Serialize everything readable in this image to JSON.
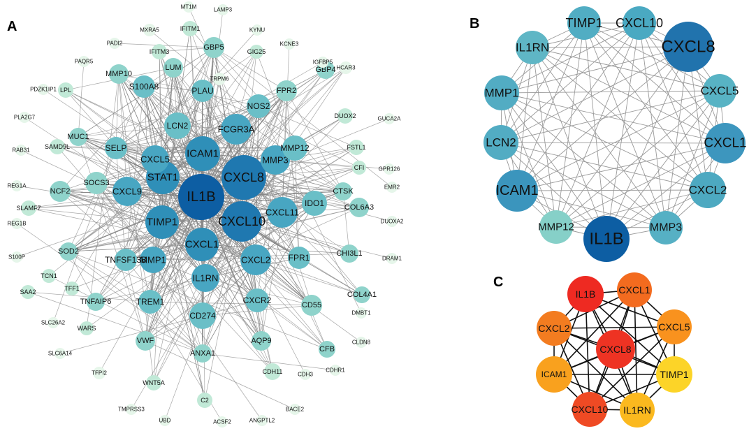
{
  "panels": {
    "a": {
      "label": "A",
      "hubs": [
        "IL1B",
        "CXCL8",
        "CXCL10",
        "ICAM1",
        "STAT1",
        "TIMP1",
        "CXCL1"
      ],
      "nodes": [
        "IL1B",
        "CXCL8",
        "CXCL10",
        "ICAM1",
        "STAT1",
        "TIMP1",
        "CXCL1",
        "FCGR3A",
        "MMP3",
        "CXCL11",
        "CXCL2",
        "CXCL9",
        "IL1RN",
        "CXCL5",
        "MMP1",
        "CD274",
        "LCN2",
        "IDO1",
        "MMP12",
        "NOS2",
        "SELP",
        "TNFSF13B",
        "CXCR2",
        "TREM1",
        "SOCS3",
        "PLAU",
        "S100A8",
        "FPR2",
        "FPR1",
        "CD55",
        "NCF2",
        "GBP5",
        "LUM",
        "MMP10",
        "VWF",
        "AQP9",
        "SOD2",
        "MUC1",
        "ANXA1",
        "CTSK",
        "GBP4",
        "TNFAIP6",
        "CHI3L1",
        "COL6A3",
        "COL4A1",
        "CFB",
        "CDH11",
        "C2",
        "WNT5A",
        "IFITM1",
        "IFITM3",
        "SAMD9L",
        "SLAMF7",
        "LPL",
        "DUOX2",
        "FSTL1",
        "CFI",
        "TRPM6",
        "GIG25",
        "HCAR3",
        "MXRA5",
        "MT1M",
        "LAMP3",
        "KYNU",
        "KCNE3",
        "PADI2",
        "IGFBP5",
        "PAQR5",
        "PDZK1IP1",
        "GUCA2A",
        "PLA2G7",
        "RAB31",
        "GPR126",
        "REG1A",
        "EMR2",
        "REG1B",
        "DUOXA2",
        "S100P",
        "DRAM1",
        "TCN1",
        "TFF1",
        "DMBT1",
        "SAA2",
        "SLC26A2",
        "WARS",
        "CLDN8",
        "CDHR1",
        "SLC6A14",
        "TFPI2",
        "CDH3",
        "TMPRSS3",
        "UBD",
        "ACSF2",
        "ANGPTL2",
        "BACE2"
      ]
    },
    "b": {
      "label": "B",
      "nodes": [
        "TIMP1",
        "CXCL10",
        "CXCL8",
        "CXCL5",
        "CXCL1",
        "CXCL2",
        "MMP3",
        "IL1B",
        "MMP12",
        "ICAM1",
        "LCN2",
        "MMP1",
        "IL1RN"
      ]
    },
    "c": {
      "label": "C",
      "nodes": [
        "IL1B",
        "CXCL1",
        "CXCL5",
        "TIMP1",
        "IL1RN",
        "CXCL10",
        "ICAM1",
        "CXCL2",
        "CXCL8"
      ]
    }
  },
  "colors": {
    "network_dark": "#0d5ea3",
    "network_mid": "#3e9ac1",
    "network_light": "#8fd3cb",
    "network_faint": "#e6f6ea",
    "rank_top": "#ee2a22",
    "rank_high": "#f36b1f",
    "rank_mid": "#f99b1e",
    "rank_low": "#fcd428"
  }
}
